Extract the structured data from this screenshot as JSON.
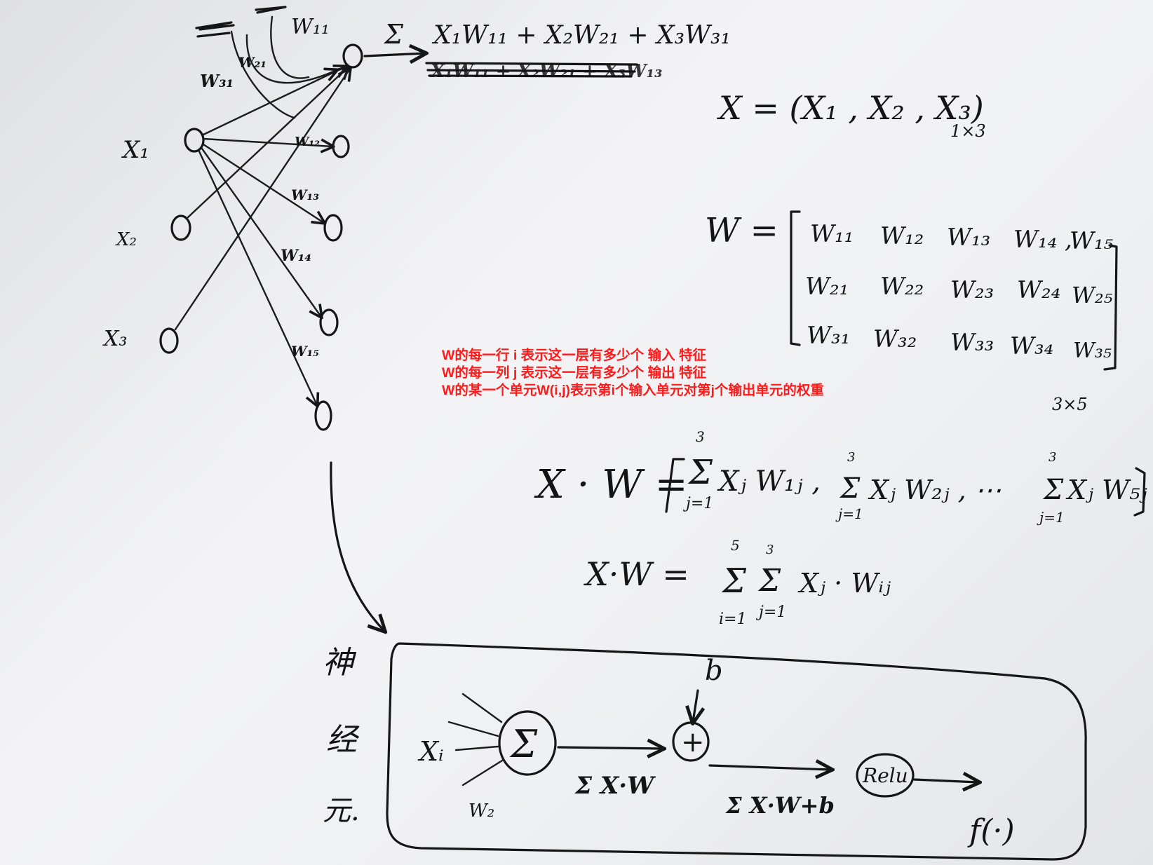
{
  "notes": {
    "line1": "W的每一行 i 表示这一层有多少个 输入 特征",
    "line2": "W的每一列 j 表示这一层有多少个 输出 特征",
    "line3": "W的某一个单元W(i,j)表示第i个输入单元对第j个输出单元的权重"
  },
  "network": {
    "inputs": [
      "X₁",
      "X₂",
      "X₃"
    ],
    "weights": [
      "W₁₁",
      "W₂₁",
      "W₃₁",
      "W₁₂",
      "W₁₃",
      "W₁₄",
      "W₁₅"
    ],
    "sum_symbol": "Σ",
    "sum_expr": "X₁W₁₁ + X₂W₂₁ + X₃W₃₁",
    "struck_expr": "X₁W₁₁ + X₂W₂₁ + X₃W₁₃"
  },
  "equations": {
    "x_def": "X = (X₁ , X₂ , X₃)",
    "x_dim": "1×3",
    "w_label": "W =",
    "w_rows": [
      [
        "W₁₁",
        "W₁₂",
        "W₁₃",
        "W₁₄ ,",
        "W₁₅"
      ],
      [
        "W₂₁",
        "W₂₂",
        "W₂₃",
        "W₂₄",
        "W₂₅"
      ],
      [
        "W₃₁",
        "W₃₂",
        "W₃₃",
        "W₃₄",
        "W₃₅"
      ]
    ],
    "w_dim": "3×5",
    "xw_lhs": "X · W =",
    "xw_terms": [
      "Xⱼ W₁ⱼ ,",
      "Xⱼ W₂ⱼ , ⋯",
      "Xⱼ W₅ⱼ"
    ],
    "sum_upper": "3",
    "sum_lower": "j=1",
    "xw2_lhs": "X·W =",
    "xw2_upper": [
      "5",
      "3"
    ],
    "xw2_lower": [
      "i=1",
      "j=1"
    ],
    "xw2_term": "Xⱼ · Wᵢⱼ"
  },
  "neuron": {
    "side_label": [
      "神",
      "经",
      "元."
    ],
    "input_label": "Xᵢ",
    "weight_label": "W₂",
    "sum_node": "Σ",
    "sum_out": "Σ X·W",
    "bias": "b",
    "add_node": "+",
    "add_out": "Σ X·W+b",
    "act_node": "Relu",
    "output": "f(·)"
  }
}
